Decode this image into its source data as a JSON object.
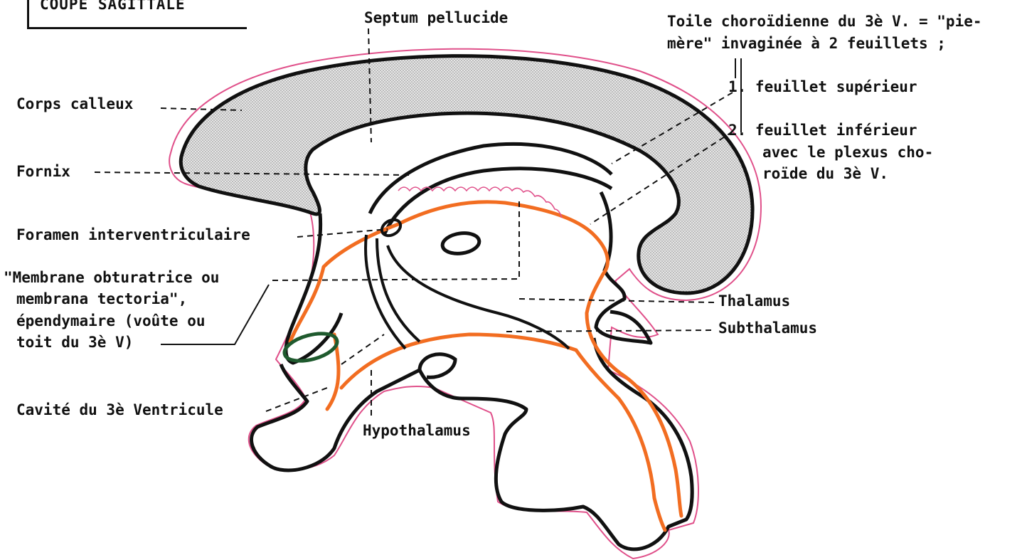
{
  "title": "COUPE   SAGITTALE",
  "labels": {
    "septum": "Septum pellucide",
    "corps_calleux": "Corps calleux",
    "fornix": "Fornix",
    "foramen": "Foramen interventriculaire",
    "membrane_l1": "\"Membrane obturatrice ou",
    "membrane_l2": "membrana tectoria\",",
    "membrane_l3": "épendymaire (voûte ou",
    "membrane_l4": "toit du 3è V)",
    "cavite": "Cavité du 3è Ventricule",
    "hypothalamus": "Hypothalamus",
    "thalamus": "Thalamus",
    "subthalamus": "Subthalamus",
    "toile_l1": "Toile choroïdienne du 3è V. = \"pie-",
    "toile_l2": "mère\" invaginée à 2 feuillets ;",
    "feuillet1": "1. feuillet supérieur",
    "feuillet2_l1": "2. feuillet inférieur",
    "feuillet2_l2": "avec le plexus cho-",
    "feuillet2_l3": "roïde du 3è V."
  },
  "colors": {
    "outline": "#111111",
    "pia_mater": "#e0508a",
    "ependyma": "#f26d21",
    "membrane": "#1f5a2e",
    "corpus_callosum_fill": "#dcdcdc"
  }
}
